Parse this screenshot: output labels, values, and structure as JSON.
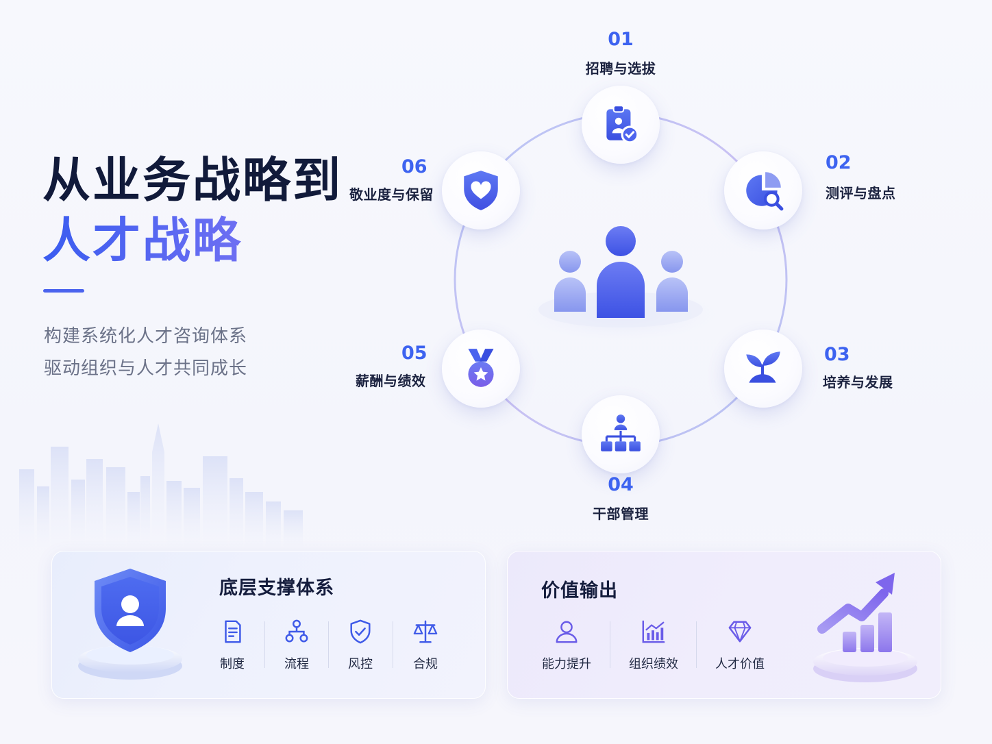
{
  "headline": {
    "line1": "从业务战略到",
    "line2": "人才战略"
  },
  "subtitle": {
    "line1": "构建系统化人才咨询体系",
    "line2": "驱动组织与人才共同成长"
  },
  "modules": [
    {
      "number": "01",
      "label": "招聘与选拔",
      "icon": "clipboard-check-icon"
    },
    {
      "number": "02",
      "label": "测评与盘点",
      "icon": "pie-chart-search-icon"
    },
    {
      "number": "03",
      "label": "培养与发展",
      "icon": "sprout-icon"
    },
    {
      "number": "04",
      "label": "干部管理",
      "icon": "org-chart-icon"
    },
    {
      "number": "05",
      "label": "薪酬与绩效",
      "icon": "medal-icon"
    },
    {
      "number": "06",
      "label": "敬业度与保留",
      "icon": "shield-heart-icon"
    }
  ],
  "center_icon": "people-group-icon",
  "support": {
    "title": "底层支撑体系",
    "icon": "shield-person-icon",
    "items": [
      {
        "label": "制度",
        "icon": "document-icon"
      },
      {
        "label": "流程",
        "icon": "flow-icon"
      },
      {
        "label": "风控",
        "icon": "shield-check-icon"
      },
      {
        "label": "合规",
        "icon": "scale-icon"
      }
    ]
  },
  "value": {
    "title": "价值输出",
    "icon": "growth-chart-icon",
    "items": [
      {
        "label": "能力提升",
        "icon": "person-icon"
      },
      {
        "label": "组织绩效",
        "icon": "bar-chart-icon"
      },
      {
        "label": "人才价值",
        "icon": "diamond-icon"
      }
    ]
  },
  "colors": {
    "accent": "#3d63f0",
    "accent_purple": "#7b6cf0",
    "text_dark": "#111a3a",
    "text_muted": "#6b7288"
  }
}
